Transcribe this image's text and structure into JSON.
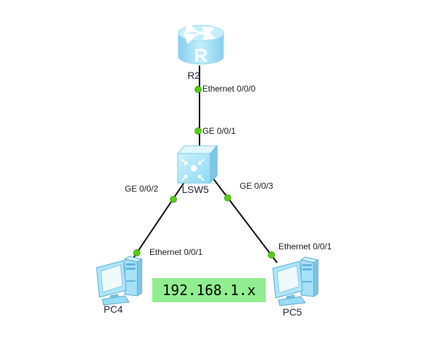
{
  "devices": [
    {
      "name": "R2",
      "type": "router"
    },
    {
      "name": "LSW5",
      "type": "switch"
    },
    {
      "name": "PC4",
      "type": "pc"
    },
    {
      "name": "PC5",
      "type": "pc"
    }
  ],
  "router_letter": "R",
  "interface_labels": {
    "r2_side": "Ethernet 0/0/0",
    "lsw5_uplink": "GE 0/0/1",
    "lsw5_to_pc4": "GE 0/0/2",
    "lsw5_to_pc5": "GE 0/0/3",
    "pc4_side": "Ethernet 0/0/1",
    "pc5_side": "Ethernet 0/0/1"
  },
  "annotation": {
    "text": "192.168.1.x",
    "background": "#90EE90",
    "text_color": "#000000"
  },
  "colors": {
    "canvas_background": "#ffffff",
    "link_line": "#000000",
    "port_up_dot": "#55CE14",
    "port_up_dot_edge": "#379D0B",
    "device_fill_main": "#A6E3F8",
    "device_fill_light": "#D8F4FD",
    "device_fill_dark": "#7EC6E6",
    "label_text": "#1c1c1c"
  }
}
